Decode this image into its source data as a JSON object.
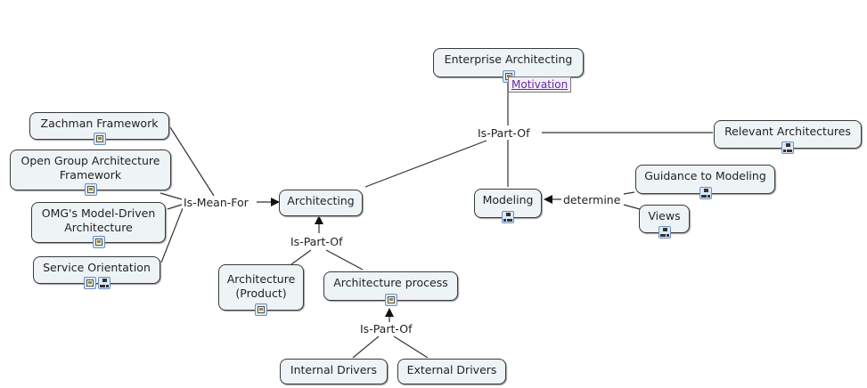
{
  "concepts": {
    "enterprise": {
      "label": "Enterprise Architecting",
      "icons": [
        "doc"
      ]
    },
    "zachman": {
      "label": "Zachman Framework",
      "icons": [
        "doc"
      ]
    },
    "togaf": {
      "label": "Open Group Architecture Framework",
      "icons": [
        "doc"
      ]
    },
    "omg": {
      "label": "OMG's Model-Driven Architecture",
      "icons": [
        "doc"
      ]
    },
    "soa": {
      "label": "Service Orientation",
      "icons": [
        "doc",
        "map"
      ]
    },
    "architecting": {
      "label": "Architecting",
      "icons": []
    },
    "product": {
      "label": "Architecture (Product)",
      "icons": [
        "doc"
      ]
    },
    "process": {
      "label": "Architecture process",
      "icons": [
        "doc"
      ]
    },
    "internal": {
      "label": "Internal Drivers",
      "icons": []
    },
    "external": {
      "label": "External Drivers",
      "icons": []
    },
    "modeling": {
      "label": "Modeling",
      "icons": [
        "map"
      ]
    },
    "relevant": {
      "label": "Relevant Architectures",
      "icons": [
        "map"
      ]
    },
    "guidance": {
      "label": "Guidance to Modeling",
      "icons": [
        "map"
      ]
    },
    "views": {
      "label": "Views",
      "icons": [
        "map"
      ]
    }
  },
  "linking_phrases": {
    "is_mean_for": "Is-Mean-For",
    "is_part_of_top": "Is-Part-Of",
    "is_part_of_mid": "Is-Part-Of",
    "is_part_of_bottom": "Is-Part-Of",
    "determine": "determine"
  },
  "popup": {
    "label": "Motivation"
  },
  "colors": {
    "node_fill": "#eef4f6",
    "node_border": "#3a3a3a",
    "popup_text": "#6a2a9a"
  }
}
